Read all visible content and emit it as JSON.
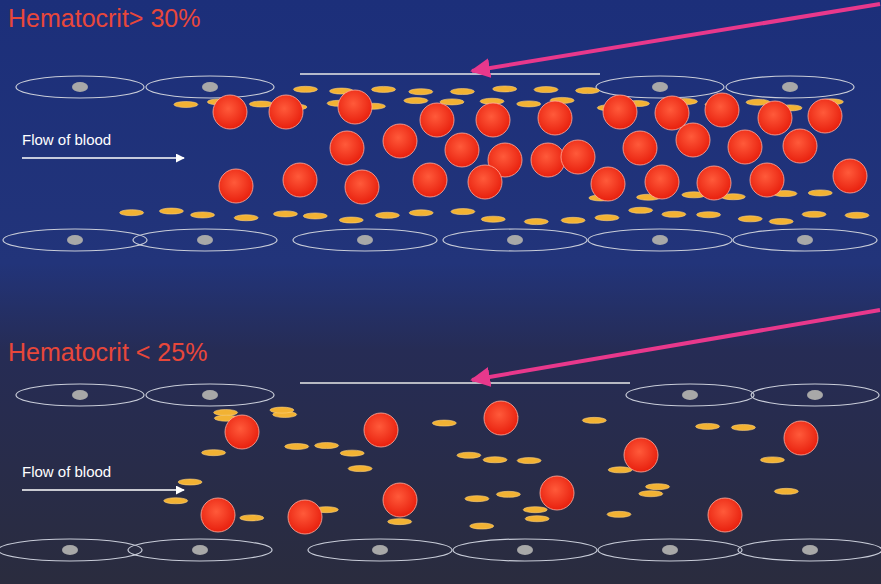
{
  "diagram": {
    "labels": [
      "Hematocrit> 30%",
      "Flow of blood",
      "Hematocrit < 25%",
      "Flow of blood"
    ]
  }
}
